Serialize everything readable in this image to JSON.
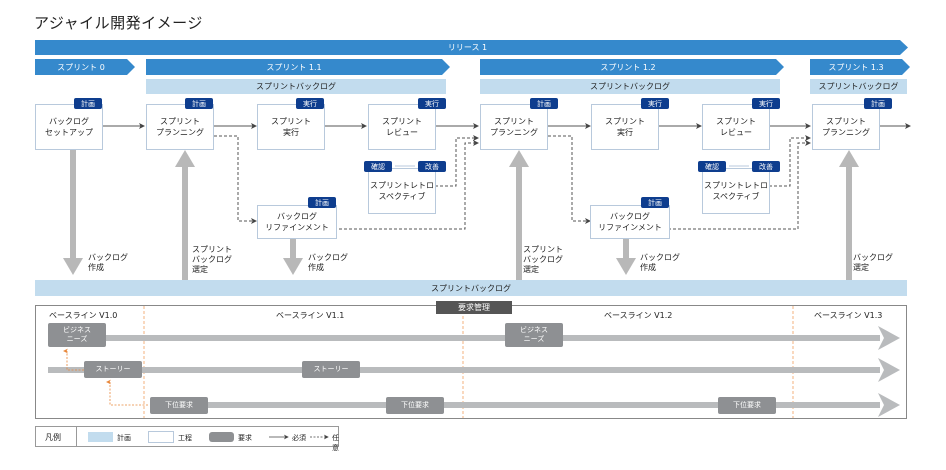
{
  "title": "アジャイル開発イメージ",
  "release": {
    "label": "リリース 1"
  },
  "sprints": [
    {
      "label": "スプリント 0"
    },
    {
      "label": "スプリント 1.1"
    },
    {
      "label": "スプリント 1.2"
    },
    {
      "label": "スプリント 1.3"
    }
  ],
  "sprint_backlog_label": "スプリントバックログ",
  "sprint_backlog_bar": "スプリントバックログ",
  "process_boxes": [
    {
      "label": "バックログ\nセットアップ",
      "tag": "計画"
    },
    {
      "label": "スプリント\nプランニング",
      "tag": "計画"
    },
    {
      "label": "スプリント\n実行",
      "tag": "実行"
    },
    {
      "label": "スプリント\nレビュー",
      "tag": "実行"
    },
    {
      "label": "スプリント\nプランニング",
      "tag": "計画"
    },
    {
      "label": "スプリント\n実行",
      "tag": "実行"
    },
    {
      "label": "スプリント\nレビュー",
      "tag": "実行"
    },
    {
      "label": "スプリント\nプランニング",
      "tag": "計画"
    }
  ],
  "retro_boxes": [
    {
      "label": "スプリントレトロ\nスペクティブ",
      "tag_left": "確認",
      "tag_right": "改善"
    },
    {
      "label": "スプリントレトロ\nスペクティブ",
      "tag_left": "確認",
      "tag_right": "改善"
    }
  ],
  "refine_boxes": [
    {
      "label": "バックログ\nリファインメント",
      "tag": "計画"
    },
    {
      "label": "バックログ\nリファインメント",
      "tag": "計画"
    }
  ],
  "flow_labels": [
    "バックログ\n作成",
    "スプリント\nバックログ\n選定",
    "バックログ\n作成",
    "スプリント\nバックログ\n選定",
    "バックログ\n作成",
    "バックログ\n選定"
  ],
  "requirements": {
    "title": "要求管理",
    "baselines": [
      "ベースライン V1.0",
      "ベースライン V1.1",
      "ベースライン V1.2",
      "ベースライン V1.3"
    ],
    "rows": [
      {
        "items": [
          "ビジネス\nニーズ",
          "ビジネス\nニーズ"
        ]
      },
      {
        "items": [
          "ストーリー",
          "ストーリー"
        ]
      },
      {
        "items": [
          "下位要求",
          "下位要求",
          "下位要求"
        ]
      }
    ]
  },
  "legend": {
    "title": "凡例",
    "plan": "計画",
    "process": "工程",
    "requirement": "要求",
    "required": "必須",
    "optional": "任意"
  },
  "colors": {
    "sprint_blue": "#3589cc",
    "backlog_light_blue": "#c2dcee",
    "tag_navy": "#0e3d8e",
    "requirement_gray": "#8e9093",
    "baseline_orange": "#f0a060"
  }
}
